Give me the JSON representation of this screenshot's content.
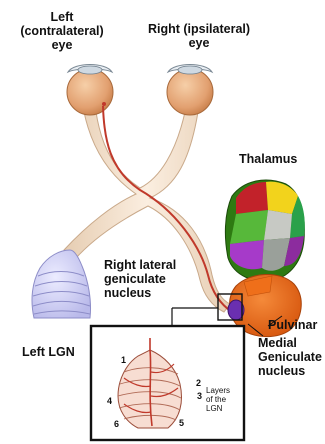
{
  "labels": {
    "left_eye_line1": "Left",
    "left_eye_line2": "(contralateral)",
    "left_eye_line3": "eye",
    "right_eye_line1": "Right (ipsilateral)",
    "right_eye_line2": "eye",
    "thalamus": "Thalamus",
    "rlgn_line1": "Right lateral",
    "rlgn_line2": "geniculate",
    "rlgn_line3": "nucleus",
    "pulvinar": "Pulvinar",
    "mgn_line1": "Medial",
    "mgn_line2": "Geniculate",
    "mgn_line3": "nucleus",
    "left_lgn": "Left LGN"
  },
  "inset": {
    "layers_line1": "Layers",
    "layers_line2": "of the",
    "layers_line3": "LGN",
    "layer_numbers": [
      "1",
      "2",
      "3",
      "4",
      "5",
      "6"
    ]
  },
  "colors": {
    "eye": "#e4a679",
    "optic_tract": "#f0dcc8",
    "axon": "#c0392b",
    "lgn_left": "#c9c9f2",
    "pulvinar": "#e8630a",
    "mgn": "#6a2fb0",
    "inset_border": "#111111"
  }
}
